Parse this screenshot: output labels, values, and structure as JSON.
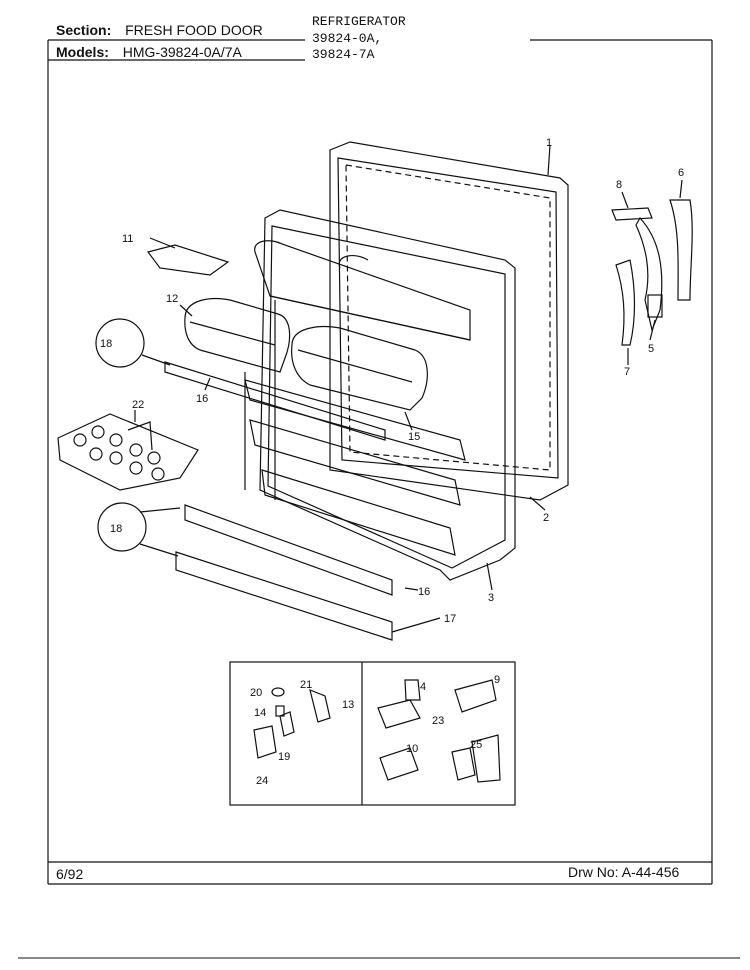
{
  "header": {
    "section_label": "Section:",
    "section_value": "FRESH FOOD DOOR",
    "models_label": "Models:",
    "models_value": "HMG-39824-0A/7A",
    "product": "REFRIGERATOR",
    "model_line1": "39824-0A,",
    "model_line2": "39824-7A"
  },
  "footer": {
    "date": "6/92",
    "drawing_label": "Drw No:",
    "drawing_number": "A-44-456"
  },
  "callouts": [
    "1",
    "2",
    "3",
    "4",
    "5",
    "6",
    "7",
    "8",
    "9",
    "10",
    "11",
    "12",
    "13",
    "14",
    "15",
    "16",
    "16",
    "17",
    "18",
    "18",
    "19",
    "20",
    "21",
    "22",
    "23",
    "24",
    "25"
  ]
}
